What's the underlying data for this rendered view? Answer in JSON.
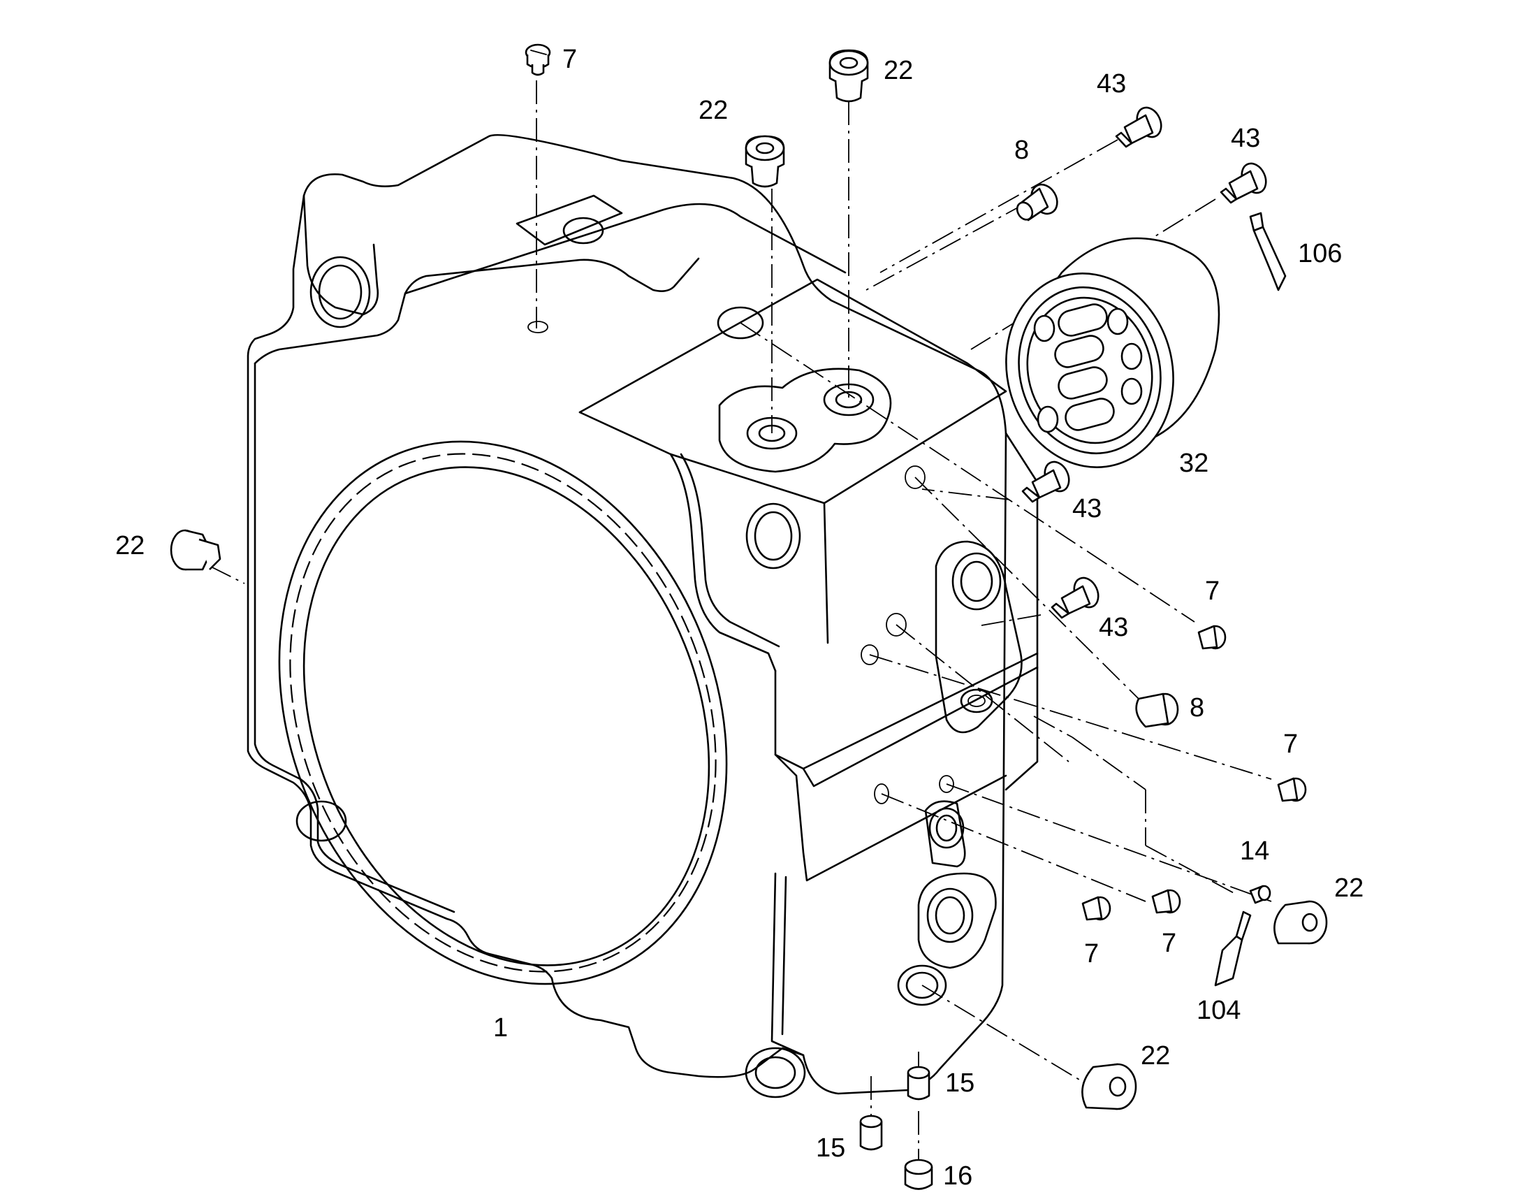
{
  "diagram": {
    "callouts": [
      {
        "id": "c7-top",
        "text": "7"
      },
      {
        "id": "c22-top-right",
        "text": "22"
      },
      {
        "id": "c22-top-left",
        "text": "22"
      },
      {
        "id": "c43-top-a",
        "text": "43"
      },
      {
        "id": "c8-top",
        "text": "8"
      },
      {
        "id": "c43-top-b",
        "text": "43"
      },
      {
        "id": "c106",
        "text": "106"
      },
      {
        "id": "c32",
        "text": "32"
      },
      {
        "id": "c22-left",
        "text": "22"
      },
      {
        "id": "c43-mid-a",
        "text": "43"
      },
      {
        "id": "c7-mid-a",
        "text": "7"
      },
      {
        "id": "c43-mid-b",
        "text": "43"
      },
      {
        "id": "c8-mid",
        "text": "8"
      },
      {
        "id": "c7-mid-b",
        "text": "7"
      },
      {
        "id": "c14",
        "text": "14"
      },
      {
        "id": "c22-mid-right",
        "text": "22"
      },
      {
        "id": "c7-low-a",
        "text": "7"
      },
      {
        "id": "c7-low-b",
        "text": "7"
      },
      {
        "id": "c104",
        "text": "104"
      },
      {
        "id": "c1",
        "text": "1"
      },
      {
        "id": "c22-bottom",
        "text": "22"
      },
      {
        "id": "c15-right",
        "text": "15"
      },
      {
        "id": "c15-left",
        "text": "15"
      },
      {
        "id": "c16",
        "text": "16"
      }
    ]
  }
}
